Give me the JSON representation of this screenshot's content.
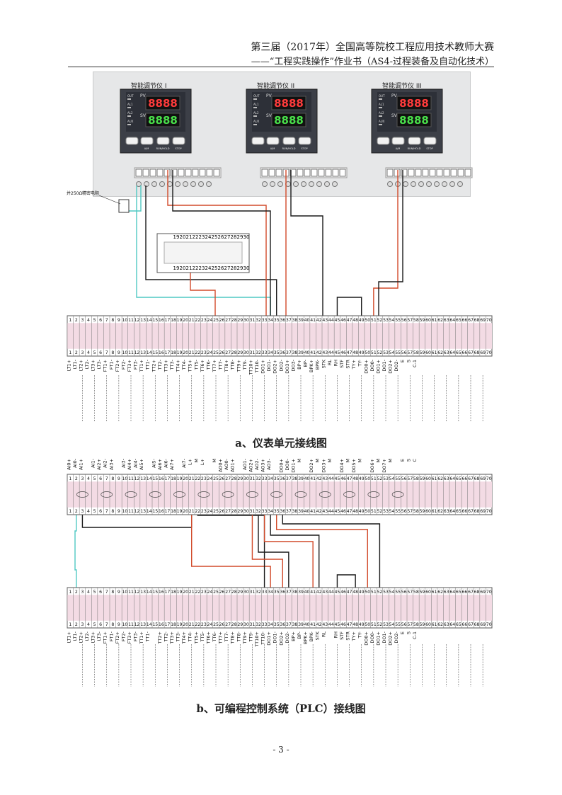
{
  "header": {
    "line1": "第三届（2017年）全国高等院校工程应用技术教师大赛",
    "line2": "——“工程实践操作”作业书（AS4-过程装备及自动化技术）"
  },
  "section_a": {
    "caption": "a、仪表单元接线图",
    "controllers": [
      {
        "title": "智能调节仪 I"
      },
      {
        "title": "智能调节仪 II"
      },
      {
        "title": "智能调节仪 III"
      }
    ],
    "display": {
      "pv_label": "PV",
      "sv_label": "SV",
      "pv_value": "8888",
      "sv_value": "8888",
      "leds": [
        "OUT",
        "AL1",
        "AL2",
        "AUX"
      ],
      "buttons": [
        "A/M",
        "RUN/HOLD",
        "STOP"
      ]
    },
    "resistor_label": "并250Ω精密电阻",
    "relay_numbers": [
      "19",
      "20",
      "21",
      "22",
      "23",
      "24",
      "25",
      "26",
      "27",
      "28",
      "29",
      "30"
    ],
    "terminal_labels": [
      "LT1+",
      "LT1-",
      "LT2+",
      "LT2-",
      "LT3+",
      "LT3-",
      "FT1+",
      "FT1-",
      "FT2+",
      "FT2-",
      "FT3+",
      "FT3-",
      "TT1+",
      "TT1-",
      "TT2+",
      "TT2-",
      "TT3+",
      "TT3-",
      "TT4+",
      "TT4-",
      "TT5+",
      "TT5-",
      "TT6+",
      "TT6-",
      "TT7+",
      "TT7-",
      "TT8+",
      "TT8-",
      "TT9+",
      "TT9-",
      "TT10+",
      "TT10-",
      "DO1+",
      "DO1-",
      "DO2+",
      "DO2-",
      "DO3+",
      "DO3-",
      "BP+",
      "BP-",
      "BPK+",
      "BPK-",
      "STK",
      "RL",
      "RH",
      "STF",
      "STR",
      "TY+",
      "TY-",
      "DO0+",
      "DO0-",
      "DO1+",
      "DO1-",
      "DO2+",
      "DO2-",
      "E",
      "S",
      "C-1"
    ]
  },
  "section_b": {
    "caption": "b、可编程控制系统（PLC）接线图",
    "top_labels": [
      "AI0+",
      "AI0-",
      "AI1+",
      "AI1-",
      "AI2+",
      "AI2-",
      "AI3+",
      "AI3-",
      "AI4+",
      "AI4-",
      "AI5+",
      "AI5-",
      "AI6+",
      "AI6-",
      "AI7+",
      "AI7-",
      "L+",
      "M",
      "L+",
      "M",
      "AO0+",
      "AO0-",
      "AO1+",
      "AO1-",
      "AO2+",
      "AO2-",
      "AO3+",
      "AO3-",
      "DO0+",
      "DO0-",
      "DO1+",
      "M",
      "DO2+",
      "M",
      "DO3+",
      "M",
      "DO4+",
      "M",
      "DO5+",
      "M",
      "DO6+",
      "M",
      "DO7+",
      "M",
      "E",
      "S",
      "C"
    ],
    "bottom_labels": [
      "LT1+",
      "LT1-",
      "LT2+",
      "LT2-",
      "LT3+",
      "LT3-",
      "FT1+",
      "FT1-",
      "FT2+",
      "FT2-",
      "FT3+",
      "FT3-",
      "TT1+",
      "TT1-",
      "TT2+",
      "TT2-",
      "TT3+",
      "TT3-",
      "TT4+",
      "TT4-",
      "TT5+",
      "TT5-",
      "TT6+",
      "TT6-",
      "TT7+",
      "TT7-",
      "TT8+",
      "TT8-",
      "TT9+",
      "TT9-",
      "TT10+",
      "TT10-",
      "DO1+",
      "DO1-",
      "DO2+",
      "DO2-",
      "BP+",
      "BP-",
      "BPK+",
      "BPK-",
      "STK",
      "RL",
      "RH",
      "STF",
      "STR",
      "TY+",
      "TY-",
      "DO0+",
      "DO0-",
      "DO1+",
      "DO1-",
      "DO2+",
      "DO2-",
      "E",
      "S",
      "C-1"
    ]
  },
  "terminal_count": 70,
  "colors": {
    "red": "#d24a2a",
    "black": "#1a1a1a",
    "cyan": "#4fc9c3",
    "stripe": "#f3dbe4",
    "panel": "#e6e7e8"
  },
  "page_number": "- 3 -"
}
